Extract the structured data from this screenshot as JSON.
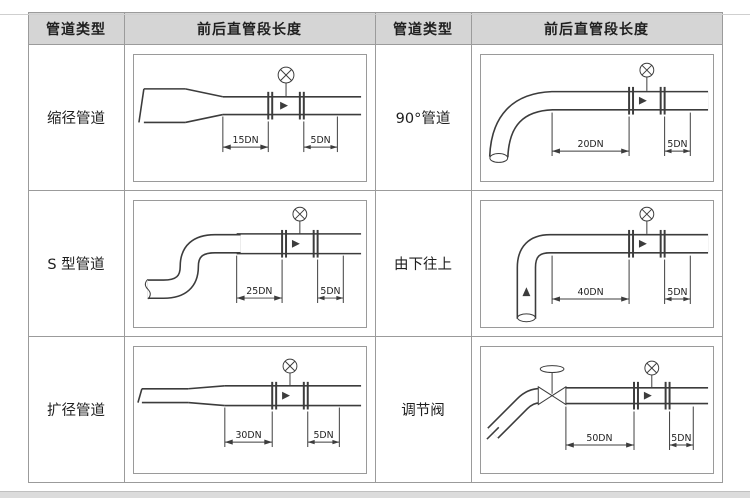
{
  "table": {
    "headers": [
      "管道类型",
      "前后直管段长度",
      "管道类型",
      "前后直管段长度"
    ],
    "rows": [
      {
        "left": {
          "type": "缩径管道",
          "dim_main": "15DN",
          "dim_small": "5DN"
        },
        "right": {
          "type": "90°管道",
          "dim_main": "20DN",
          "dim_small": "5DN"
        }
      },
      {
        "left": {
          "type": "S 型管道",
          "dim_main": "25DN",
          "dim_small": "5DN"
        },
        "right": {
          "type": "由下往上",
          "dim_main": "40DN",
          "dim_small": "5DN"
        }
      },
      {
        "left": {
          "type": "扩径管道",
          "dim_main": "30DN",
          "dim_small": "5DN"
        },
        "right": {
          "type": "调节阀",
          "dim_main": "50DN",
          "dim_small": "5DN"
        }
      }
    ]
  },
  "colors": {
    "header_bg": "#d5d5d5",
    "table_border": "#9b9b9b",
    "diagram_line": "#3c3c3c"
  }
}
